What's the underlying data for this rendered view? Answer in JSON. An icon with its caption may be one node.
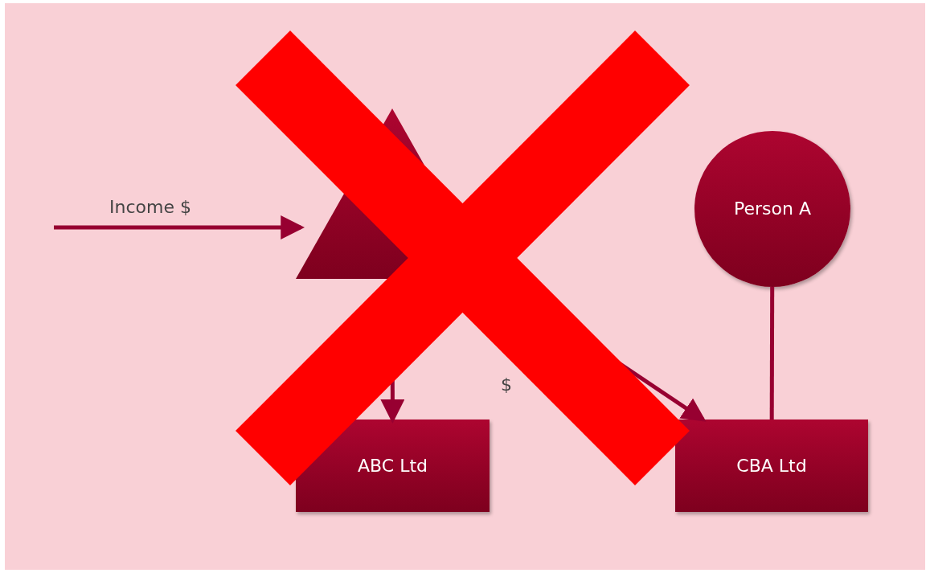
{
  "diagram": {
    "nodes": [
      {
        "text": [],
        "shape": "triangle"
      },
      {
        "text": [
          "Person A"
        ]
      },
      {
        "text": [
          "ABC Ltd"
        ]
      },
      {
        "text": [
          "CBA Ltd"
        ]
      }
    ],
    "edges": [
      {
        "from": null,
        "to": 0,
        "arrow": "to",
        "label": "Income $"
      },
      {
        "from": 0,
        "to": 2,
        "arrow": "to"
      },
      {
        "from": 0,
        "to": 3,
        "arrow": "to"
      },
      {
        "from": 1,
        "to": 3,
        "arrow": "none"
      }
    ],
    "labels": [
      "$"
    ]
  }
}
